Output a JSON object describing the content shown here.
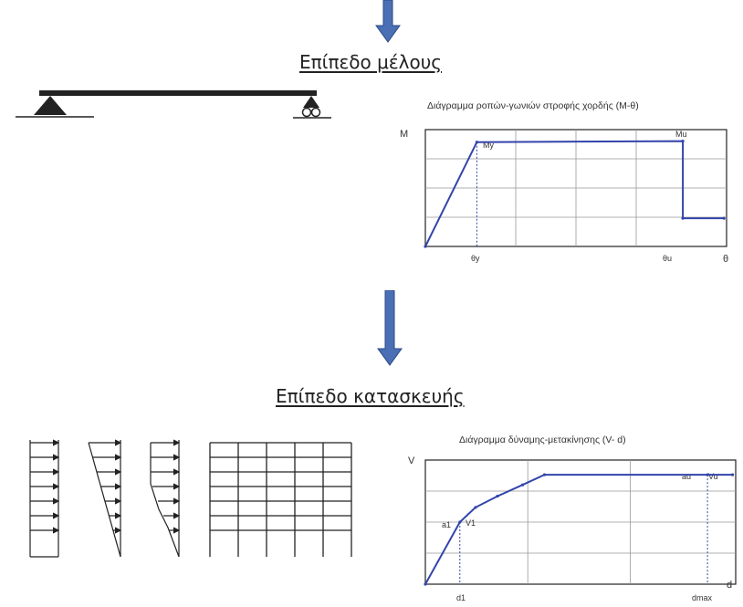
{
  "heading_member": "Επίπεδο μέλους",
  "heading_structure": "Επίπεδο κατασκευής",
  "chart_data": [
    {
      "type": "line",
      "title": "Διάγραμμα ροπών-γωνιών στροφής χορδής (M-θ)",
      "ylabel": "M",
      "xlabel": "θ",
      "point_labels": {
        "My": "My",
        "Mu": "Mu"
      },
      "tick_labels": {
        "theta_y": "θy",
        "theta_u": "θu"
      },
      "grid": true,
      "series": [
        {
          "x": [
            0,
            1.0,
            5.0,
            5.0,
            5.8
          ],
          "y": [
            0,
            1.0,
            1.01,
            0.27,
            0.27
          ]
        }
      ],
      "xlim": [
        0,
        5.85
      ],
      "ylim": [
        0,
        1.12
      ],
      "line_color": "#3344aa"
    },
    {
      "type": "line",
      "title": "Διάγραμμα δύναμης-μετακίνησης (V- d)",
      "ylabel": "V",
      "xlabel": "d",
      "point_labels": {
        "a1": "a1",
        "V1": "V1",
        "au": "au",
        "Vu": "Vu"
      },
      "tick_labels": {
        "d1": "d1",
        "dmax": "dmax"
      },
      "grid": true,
      "series": [
        {
          "x": [
            0,
            0.55,
            0.8,
            1.15,
            1.55,
            1.9,
            4.5,
            4.9
          ],
          "y": [
            0,
            0.55,
            0.68,
            0.78,
            0.88,
            0.97,
            0.97,
            0.97
          ]
        }
      ],
      "xlim": [
        0,
        4.95
      ],
      "ylim": [
        0,
        1.1
      ],
      "line_color": "#3344aa"
    }
  ],
  "colors": {
    "arrow_fill": "#4a6fb5",
    "arrow_stroke": "#2c4a86",
    "curve": "#3344aa",
    "grid": "#999999",
    "ink": "#222222"
  }
}
